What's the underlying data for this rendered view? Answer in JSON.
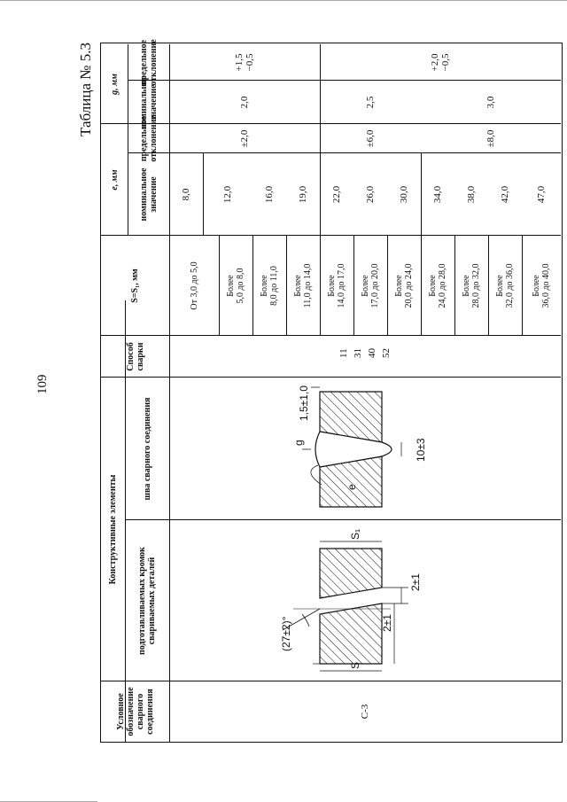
{
  "page_number": "109",
  "table_title": "Таблица № 5.3",
  "headers": {
    "condition": "Условное обозначение сварного соединения",
    "elements": "Конструктивные элементы",
    "edges": "подготавливаемых кромок свариваемых деталей",
    "seam": "шва сварного соединения",
    "method": "Способ сварки",
    "thickness": "S=S₁, мм",
    "e": "e, мм",
    "g": "g, мм",
    "nominal": "номинальное значение",
    "deviation": "предельное отклонение"
  },
  "designation": "С-3",
  "welding_methods": [
    "11",
    "31",
    "40",
    "52"
  ],
  "thickness_ranges": [
    "От 3,0 до 5,0",
    "Более\n5,0 до 8,0",
    "Более\n8,0 до 11,0",
    "Более\n11,0 до 14,0",
    "Более\n14,0 до 17,0",
    "Более\n17,0 до 20,0",
    "Более\n20,0 до 24,0",
    "Более\n24,0 до 28,0",
    "Более\n28,0 до 32,0",
    "Более\n32,0 до 36,0",
    "Более\n36,0 до 40,0"
  ],
  "e_nominal": [
    "8,0",
    "12,0",
    "16,0",
    "19,0",
    "22,0",
    "26,0",
    "30,0",
    "34,0",
    "38,0",
    "42,0",
    "47,0"
  ],
  "e_deviation": [
    "±2,0",
    "±6,0",
    "±8,0"
  ],
  "g_nominal": [
    "2,0",
    "2,5",
    "3,0"
  ],
  "g_deviation": [
    "+1,5\n−0,5",
    "+2,0\n−0,5"
  ],
  "drawing_labels": {
    "angle": "(27±2)°",
    "gap": "2±1",
    "root": "2±1",
    "s": "S",
    "s1": "S₁",
    "e": "e",
    "g": "g",
    "root_width": "10±3",
    "reinforcement": "1,5±1,0"
  }
}
